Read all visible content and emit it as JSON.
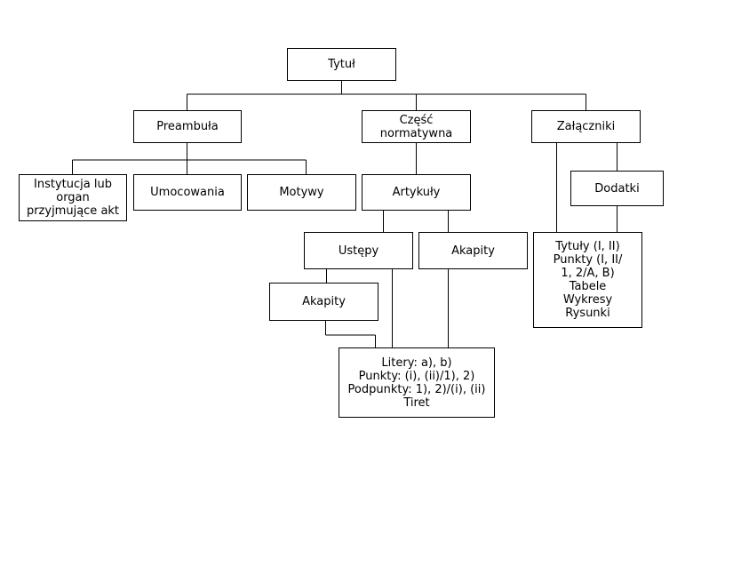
{
  "nodes": {
    "tytul": [
      "Tytuł"
    ],
    "preambula": [
      "Preambuła"
    ],
    "czesc": [
      "Część",
      "normatywna"
    ],
    "zalaczniki": [
      "Załączniki"
    ],
    "instytucja": [
      "Instytucja lub",
      "organ",
      "przyjmujące akt"
    ],
    "umocowania": [
      "Umocowania"
    ],
    "motywy": [
      "Motywy"
    ],
    "artykuly": [
      "Artykuły"
    ],
    "dodatki": [
      "Dodatki"
    ],
    "ustepy": [
      "Ustępy"
    ],
    "akapity_right": [
      "Akapity"
    ],
    "akapity_left": [
      "Akapity"
    ],
    "zal_content": [
      "Tytuły (I, II)",
      "Punkty (I, II/",
      "1, 2/A, B)",
      "Tabele",
      "Wykresy",
      "Rysunki"
    ],
    "litery": [
      "Litery: a), b)",
      "Punkty: (i), (ii)/1), 2)",
      "Podpunkty: 1), 2)/(i), (ii)",
      "Tiret"
    ]
  }
}
